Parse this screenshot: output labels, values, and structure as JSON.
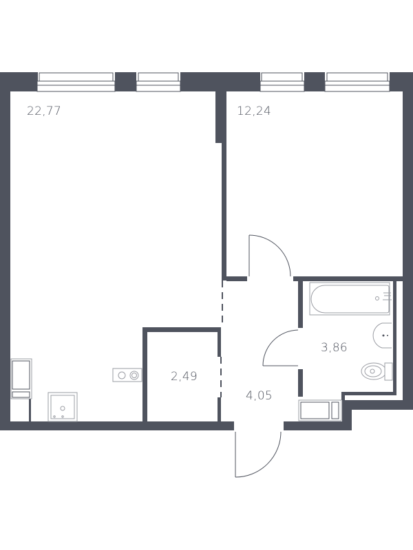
{
  "floor_plan": {
    "wall_color": "#4f535e",
    "rooms": [
      {
        "id": "living-room",
        "area": "22,77"
      },
      {
        "id": "bedroom",
        "area": "12,24"
      },
      {
        "id": "storage",
        "area": "2,49"
      },
      {
        "id": "hallway",
        "area": "4,05"
      },
      {
        "id": "bathroom",
        "area": "3,86"
      }
    ]
  }
}
